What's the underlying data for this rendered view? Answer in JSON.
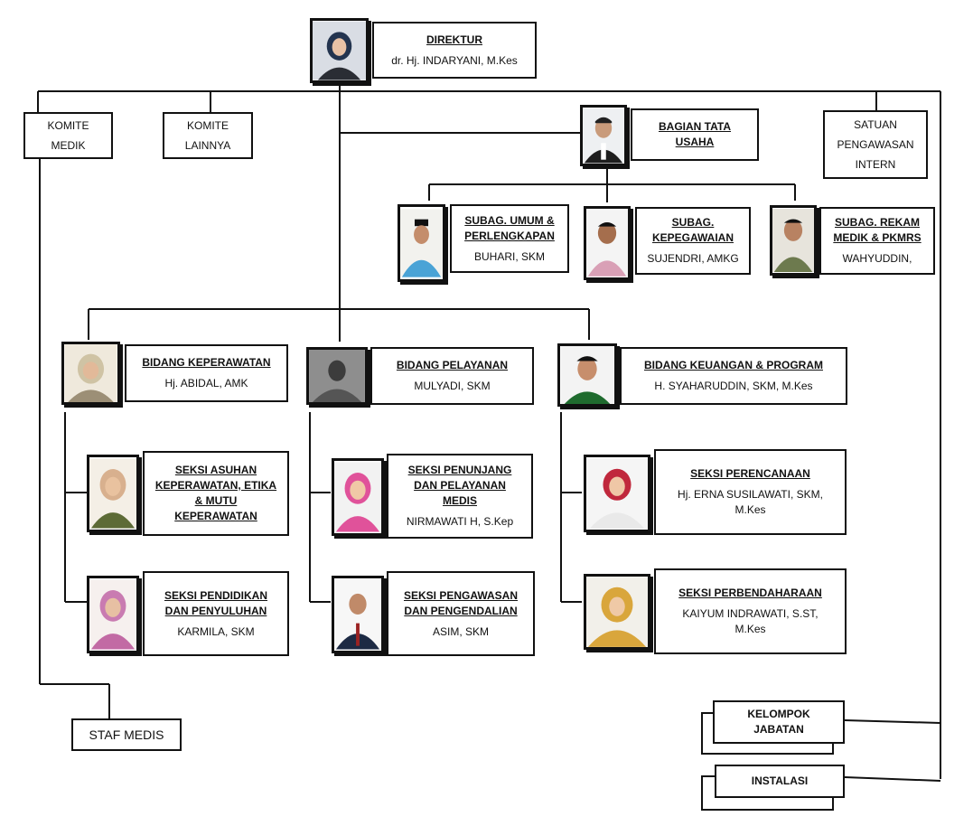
{
  "direktur": {
    "title": "DIREKTUR",
    "name": "dr. Hj. INDARYANI, M.Kes"
  },
  "komite_medik": [
    "KOMITE",
    "MEDIK"
  ],
  "komite_lainnya": [
    "KOMITE",
    "LAINNYA"
  ],
  "satuan_pengawasan": [
    "SATUAN",
    "PENGAWASAN",
    "INTERN"
  ],
  "bagian_tata_usaha": {
    "title_l1": "BAGIAN TATA",
    "title_l2": "USAHA"
  },
  "subag_umum": {
    "title_l1": "SUBAG. UMUM &",
    "title_l2": "PERLENGKAPAN",
    "name": "BUHARI, SKM"
  },
  "subag_kepegawaian": {
    "title_l1": "SUBAG.",
    "title_l2": "KEPEGAWAIAN",
    "name": "SUJENDRI, AMKG"
  },
  "subag_rekam_medik": {
    "title_l1": "SUBAG. REKAM",
    "title_l2": "MEDIK & PKMRS",
    "name": "WAHYUDDIN,"
  },
  "bidang_keperawatan": {
    "title": "BIDANG KEPERAWATAN",
    "name": "Hj. ABIDAL, AMK"
  },
  "bidang_pelayanan": {
    "title": "BIDANG PELAYANAN",
    "name": "MULYADI, SKM"
  },
  "bidang_keuangan": {
    "title": "BIDANG KEUANGAN & PROGRAM",
    "name": "H. SYAHARUDDIN, SKM, M.Kes"
  },
  "seksi_asuhan": {
    "title_l1": "SEKSI ASUHAN",
    "title_l2": "KEPERAWATAN, ETIKA",
    "title_l3": "& MUTU",
    "title_l4": "KEPERAWATAN"
  },
  "seksi_pendidikan": {
    "title_l1": "SEKSI PENDIDIKAN",
    "title_l2": "DAN PENYULUHAN",
    "name": "KARMILA, SKM"
  },
  "seksi_penunjang": {
    "title_l1": "SEKSI PENUNJANG",
    "title_l2": "DAN PELAYANAN",
    "title_l3": "MEDIS",
    "name": "NIRMAWATI H, S.Kep"
  },
  "seksi_pengawasan": {
    "title_l1": "SEKSI PENGAWASAN",
    "title_l2": "DAN PENGENDALIAN",
    "name": "ASIM, SKM"
  },
  "seksi_perencanaan": {
    "title": "SEKSI PERENCANAAN",
    "name_l1": "Hj. ERNA SUSILAWATI, SKM,",
    "name_l2": "M.Kes"
  },
  "seksi_perbendaharaan": {
    "title": "SEKSI PERBENDAHARAAN",
    "name_l1": "KAIYUM INDRAWATI, S.ST,",
    "name_l2": "M.Kes"
  },
  "staf_medis": "STAF MEDIS",
  "kelompok_jabatan": [
    "KELOMPOK",
    "JABATAN"
  ],
  "instalasi": "INSTALASI"
}
